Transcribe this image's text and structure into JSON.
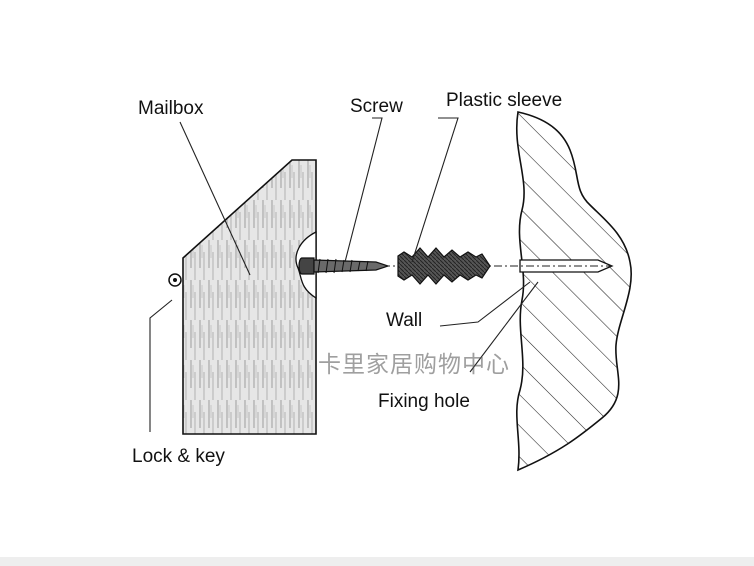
{
  "labels": {
    "mailbox": "Mailbox",
    "screw": "Screw",
    "plastic_sleeve": "Plastic sleeve",
    "wall": "Wall",
    "fixing_hole": "Fixing hole",
    "lock_key": "Lock & key"
  },
  "watermark": "卡里家居购物中心",
  "colors": {
    "ink": "#111111",
    "mailbox_fill": "#d9d9d9"
  }
}
